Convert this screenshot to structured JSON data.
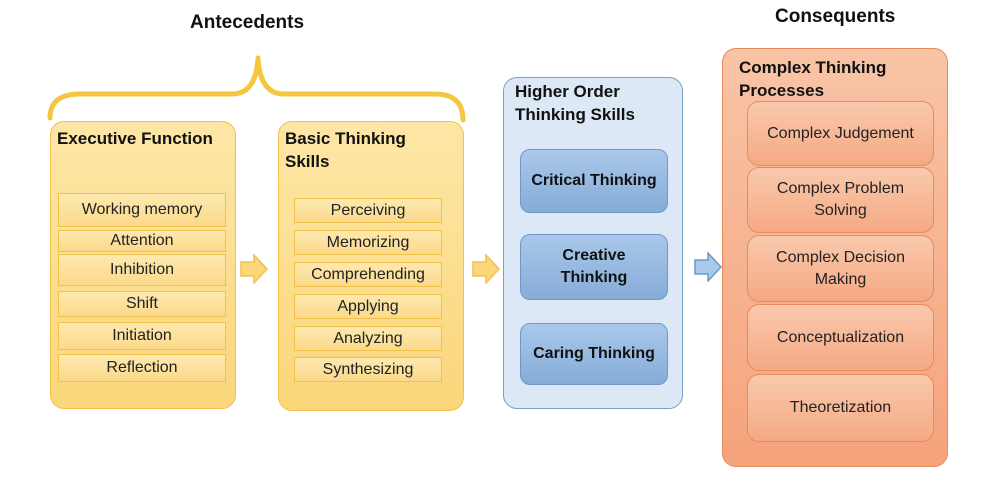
{
  "headings": {
    "antecedents": "Antecedents",
    "consequents": "Consequents"
  },
  "executive_function": {
    "title": "Executive Function",
    "items": [
      "Working memory",
      "Attention",
      "Inhibition",
      "Shift",
      "Initiation",
      "Reflection"
    ]
  },
  "basic_thinking": {
    "title": "Basic Thinking Skills",
    "items": [
      "Perceiving",
      "Memorizing",
      "Comprehending",
      "Applying",
      "Analyzing",
      "Synthesizing"
    ]
  },
  "higher_order": {
    "title": "Higher Order Thinking Skills",
    "items": [
      "Critical Thinking",
      "Creative Thinking",
      "Caring Thinking"
    ]
  },
  "complex_thinking": {
    "title": "Complex Thinking Processes",
    "items": [
      "Complex Judgement",
      "Complex Problem Solving",
      "Complex Decision Making",
      "Conceptualization",
      "Theoretization"
    ]
  },
  "colors": {
    "yellow_fill": "#fbd67a",
    "yellow_border": "#f0c14b",
    "blue_fill": "#dce8f5",
    "blue_border": "#7a9fc7",
    "orange_fill": "#f5a37c",
    "orange_border": "#e8895c"
  },
  "icons": [
    "brace-icon",
    "arrow-right-icon"
  ]
}
